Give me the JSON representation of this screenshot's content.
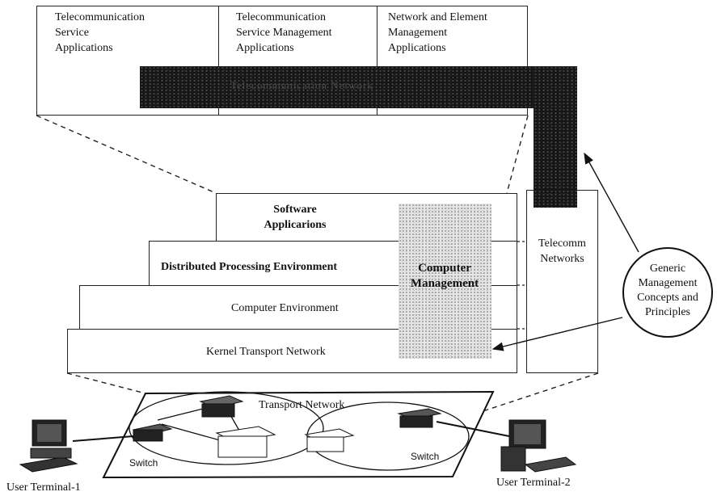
{
  "top_panel": {
    "col1": [
      "Telecommunication",
      "Service",
      "Applications"
    ],
    "col2": [
      "Telecommunication",
      "Service Management",
      "Applications"
    ],
    "col3": [
      "Network and Element",
      "Management",
      "Applications"
    ],
    "band_label": "Telecommunication Network"
  },
  "stack": {
    "software": [
      "Software",
      "Applicarions"
    ],
    "dpe": "Distributed Processing Environment",
    "computer_env": "Computer Environment",
    "kernel": "Kernel Transport Network",
    "computer_management": [
      "Computer",
      "Management"
    ]
  },
  "telecom_networks": [
    "Telecomm",
    "Networks"
  ],
  "generic": [
    "Generic",
    "Management",
    "Concepts and",
    "Principles"
  ],
  "transport": {
    "title": "Transport Network",
    "switch_left": "Switch",
    "switch_right": "Switch"
  },
  "terminals": {
    "left": "User Terminal-1",
    "right": "User Terminal-2"
  }
}
